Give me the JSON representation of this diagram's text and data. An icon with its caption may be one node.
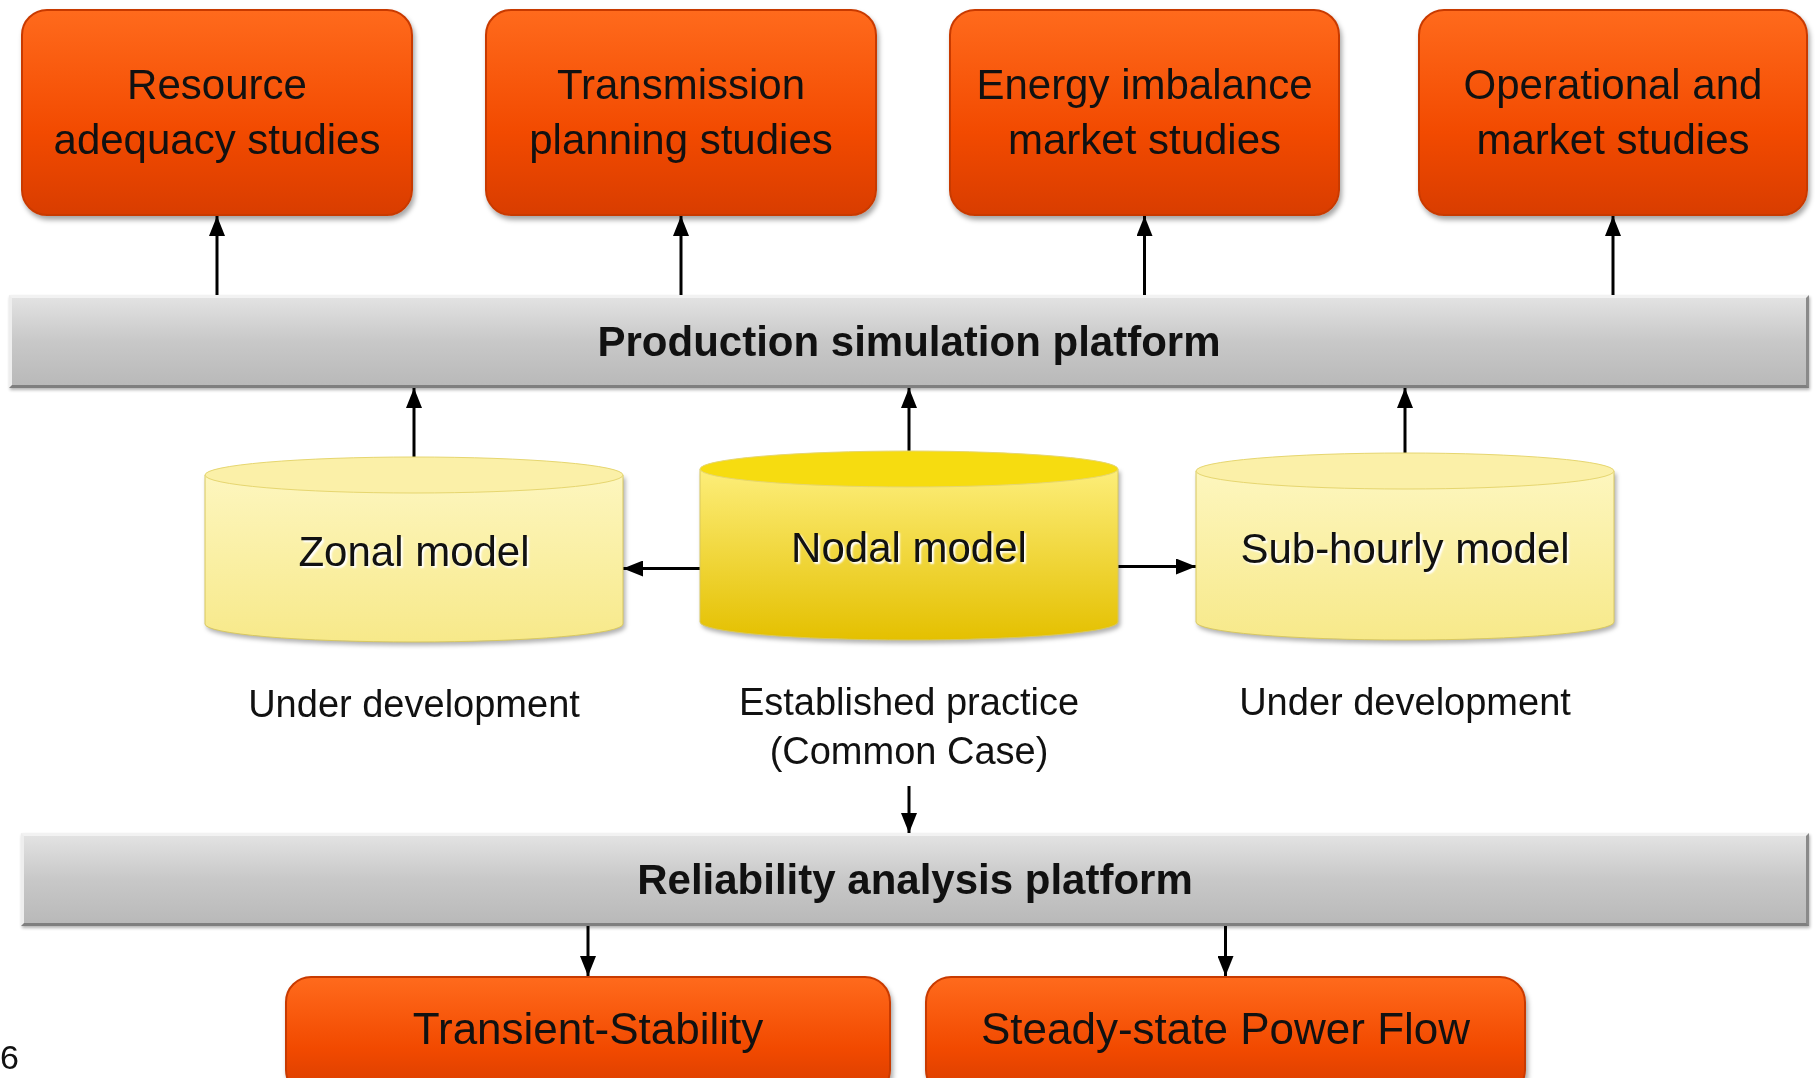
{
  "diagram": {
    "nodes": [
      {
        "text": [
          "Resource adequacy studies"
        ]
      },
      {
        "text": [
          "Transmission planning studies"
        ]
      },
      {
        "text": [
          "Energy imbalance market studies"
        ]
      },
      {
        "text": [
          "Operational and market studies"
        ]
      },
      {
        "text": [
          "Production simulation platform"
        ]
      },
      {
        "text": [
          "Zonal model"
        ],
        "beside": [
          "Under development"
        ]
      },
      {
        "text": [
          "Nodal model"
        ],
        "beside": [
          "Established practice (Common Case)"
        ]
      },
      {
        "text": [
          "Sub-hourly model"
        ],
        "beside": [
          "Under development"
        ]
      },
      {
        "text": [
          "Reliability analysis platform"
        ]
      },
      {
        "text": [
          "Transient-Stability"
        ]
      },
      {
        "text": [
          "Steady-state Power Flow"
        ]
      }
    ],
    "edges": [
      {
        "from": 4,
        "to": 0,
        "arrow": "to"
      },
      {
        "from": 4,
        "to": 1,
        "arrow": "to"
      },
      {
        "from": 4,
        "to": 2,
        "arrow": "to"
      },
      {
        "from": 4,
        "to": 3,
        "arrow": "to"
      },
      {
        "from": 5,
        "to": 4,
        "arrow": "to"
      },
      {
        "from": 6,
        "to": 4,
        "arrow": "to"
      },
      {
        "from": 7,
        "to": 4,
        "arrow": "to"
      },
      {
        "from": 6,
        "to": 5,
        "arrow": "to"
      },
      {
        "from": 6,
        "to": 7,
        "arrow": "to"
      },
      {
        "from": 6,
        "to": 8,
        "arrow": "to"
      },
      {
        "from": 8,
        "to": 9,
        "arrow": "to"
      },
      {
        "from": 8,
        "to": 10,
        "arrow": "to"
      }
    ],
    "labels": [
      "6"
    ]
  }
}
